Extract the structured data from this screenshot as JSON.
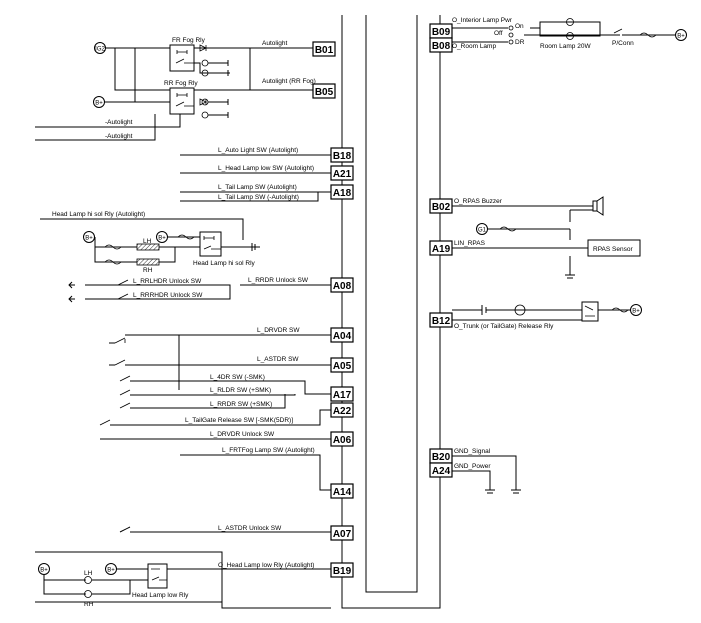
{
  "left_pins": [
    {
      "id": "B01",
      "label": "Autolight"
    },
    {
      "id": "B05",
      "label": "Autolight (RR Fog)"
    },
    {
      "id": "B18",
      "label": "L_Auto Light SW (Autolight)"
    },
    {
      "id": "A21",
      "label": "L_Head Lamp low SW (Autolight)"
    },
    {
      "id": "A18",
      "label": "L_Tail Lamp SW (Autolight)",
      "label2": "L_Tail Lamp SW (-Autolight)"
    },
    {
      "id": "A08",
      "label": "L_RRDR Unlock SW"
    },
    {
      "id": "A04",
      "label": "L_DRVDR SW"
    },
    {
      "id": "A05",
      "label": "L_ASTDR SW"
    },
    {
      "id": "A17",
      "label": "L_4DR SW (-SMK)",
      "label2": "L_RLDR SW (+SMK)",
      "label3": "L_RRDR SW (+SMK)"
    },
    {
      "id": "A22",
      "label": "L_TailGate Release SW [-SMK(5DR)]"
    },
    {
      "id": "A06",
      "label": "L_DRVDR Unlock SW"
    },
    {
      "id": "A14",
      "label": "L_FRTFog Lamp SW (Autolight)"
    },
    {
      "id": "A07",
      "label": "L_ASTDR Unlock SW"
    },
    {
      "id": "B19",
      "label": "O_Head Lamp low Rly (Autolight)"
    }
  ],
  "right_pins": [
    {
      "id": "B09",
      "label": "O_Interior Lamp Pwr"
    },
    {
      "id": "B08",
      "label": "O_Room Lamp"
    },
    {
      "id": "B02",
      "label": "O_RPAS Buzzer"
    },
    {
      "id": "A19",
      "label": "LIN_RPAS"
    },
    {
      "id": "B12",
      "label": "O_Trunk (or TailGate) Release Rly"
    },
    {
      "id": "B20",
      "label": "GND_Signal"
    },
    {
      "id": "A24",
      "label": "GND_Power"
    }
  ],
  "components": {
    "fr_fog_rly": "FR Fog Rly",
    "rr_fog_rly": "RR Fog Rly",
    "ig2": "IG2",
    "batt": "B+",
    "autolight_neg1": "-Autolight",
    "autolight_neg2": "-Autolight",
    "hl_hi_sol_rly_title": "Head Lamp hi sol Rly (Autolight)",
    "hl_hi_sol_rly": "Head Lamp hi sol Rly",
    "lh": "LH",
    "rh": "RH",
    "rrlhdr": "L_RRLHDR Unlock SW",
    "rrrhdr": "L_RRRHDR Unlock SW",
    "hl_low_rly": "Head Lamp low Rly",
    "room_lamp": "Room Lamp 20W",
    "pconn": "P/Conn",
    "sw_on": "On",
    "sw_off": "Off",
    "sw_dr": "DR",
    "g1": "G1",
    "rpas_sensor": "RPAS Sensor"
  }
}
